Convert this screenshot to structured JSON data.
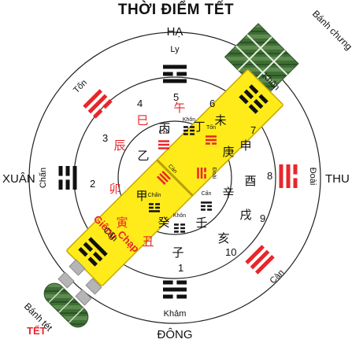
{
  "title": "THỜI ĐIỂM TẾT",
  "directions": {
    "top": "HẠ",
    "left": "XUÂN",
    "right": "THU",
    "bottom": "ĐÔNG"
  },
  "colors": {
    "red": "#e8262a",
    "black": "#111111",
    "band": "#ffeb1a",
    "band_edge": "#c9a800",
    "green": "#3f6e35"
  },
  "outer_trigrams": [
    {
      "label": "Ly",
      "lines": [
        "solid",
        "broken",
        "solid"
      ],
      "color": "#111111"
    },
    {
      "label": "Tốn",
      "lines": [
        "solid",
        "solid",
        "broken"
      ],
      "color": "#e8262a"
    },
    {
      "label": "Khôn",
      "lines": [
        "broken",
        "broken",
        "broken"
      ],
      "color": "#111111"
    },
    {
      "label": "Chấn",
      "lines": [
        "broken",
        "broken",
        "solid"
      ],
      "color": "#111111"
    },
    {
      "label": "Đoài",
      "lines": [
        "broken",
        "solid",
        "solid"
      ],
      "color": "#e8262a"
    },
    {
      "label": "Cấn",
      "lines": [
        "solid",
        "broken",
        "broken"
      ],
      "color": "#111111"
    },
    {
      "label": "Càn",
      "lines": [
        "solid",
        "solid",
        "solid"
      ],
      "color": "#e8262a"
    },
    {
      "label": "Khảm",
      "lines": [
        "broken",
        "solid",
        "broken"
      ],
      "color": "#111111"
    }
  ],
  "center_trigrams": [
    {
      "label": "Càn",
      "lines": [
        "solid",
        "solid",
        "solid"
      ],
      "color": "#e8262a"
    },
    {
      "label": "Khôn",
      "lines": [
        "broken",
        "broken",
        "broken"
      ],
      "color": "#111111"
    },
    {
      "label": "Chấn",
      "lines": [
        "broken",
        "broken",
        "solid"
      ],
      "color": "#111111"
    },
    {
      "label": "Đoài",
      "lines": [
        "broken",
        "solid",
        "solid"
      ],
      "color": "#e8262a"
    },
    {
      "label": "Tốn",
      "lines": [
        "solid",
        "solid",
        "broken"
      ],
      "color": "#e8262a"
    },
    {
      "label": "Khôn",
      "lines": [
        "broken",
        "broken",
        "broken"
      ],
      "color": "#111111"
    },
    {
      "label": "Cấn",
      "lines": [
        "solid",
        "broken",
        "broken"
      ],
      "color": "#111111"
    },
    {
      "label": "Càn",
      "lines": [
        "solid",
        "solid",
        "solid"
      ],
      "color": "#e8262a"
    }
  ],
  "numbers": [
    "1",
    "2",
    "3",
    "4",
    "5",
    "6",
    "7",
    "8",
    "9",
    "10"
  ],
  "branches": [
    {
      "char": "子",
      "color": "#111111"
    },
    {
      "char": "丑",
      "color": "#e8262a"
    },
    {
      "char": "寅",
      "color": "#e8262a"
    },
    {
      "char": "卯",
      "color": "#e8262a"
    },
    {
      "char": "辰",
      "color": "#e8262a"
    },
    {
      "char": "巳",
      "color": "#e8262a"
    },
    {
      "char": "午",
      "color": "#e8262a"
    },
    {
      "char": "未",
      "color": "#111111"
    },
    {
      "char": "申",
      "color": "#111111"
    },
    {
      "char": "酉",
      "color": "#111111"
    },
    {
      "char": "戌",
      "color": "#111111"
    },
    {
      "char": "亥",
      "color": "#111111"
    }
  ],
  "stems": [
    "甲",
    "乙",
    "丙",
    "丁",
    "庚",
    "辛",
    "壬",
    "癸"
  ],
  "band_labels": {
    "gieng": "Giêng",
    "chap": "Chạp"
  },
  "cakes": {
    "chung": "Bánh chưng",
    "tet_cake": "Bánh tét",
    "tet": "TẾT"
  }
}
